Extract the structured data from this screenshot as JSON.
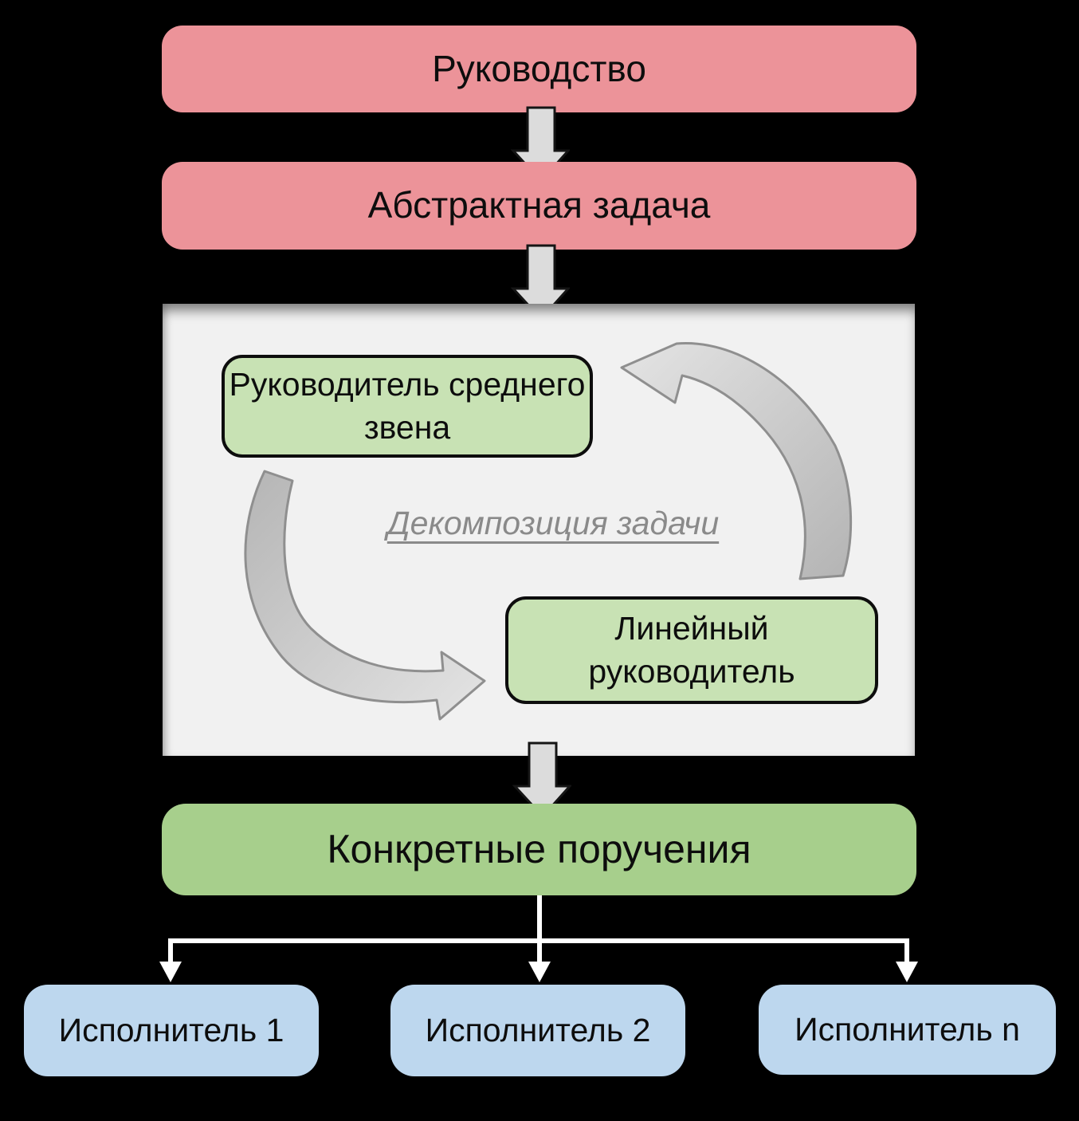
{
  "flow": {
    "leadership": "Руководство",
    "abstract_task": "Абстрактная задача",
    "assignments": "Конкретные поручения"
  },
  "decomposition_panel": {
    "middle_manager": "Руководитель среднего звена",
    "line_manager": "Линейный руководитель",
    "cycle_caption": "Декомпозиция задачи"
  },
  "executors": [
    {
      "label": "Исполнитель 1"
    },
    {
      "label": "Исполнитель 2"
    },
    {
      "label": "Исполнитель n"
    }
  ],
  "icons": {
    "down_arrow": "block-down-arrow",
    "cycle_up_arrow": "curved-arrow-up-left",
    "cycle_down_arrow": "curved-arrow-down-right",
    "branch": "branch-connector-arrows"
  },
  "colors": {
    "stage_background": "#000000",
    "top_box_fill": "#EC9399",
    "panel_fill": "#F1F1F1",
    "manager_box_fill": "#C8E2B4",
    "manager_box_border": "#0D0D0D",
    "assignments_fill": "#A7CF8C",
    "executor_fill": "#BDD7EE",
    "block_arrow_fill": "#DCDCDC",
    "curved_arrow_stroke": "#8F8F8F",
    "connector": "#FFFFFF",
    "caption_text": "#8A8A8A",
    "text": "#0D0D0D"
  }
}
